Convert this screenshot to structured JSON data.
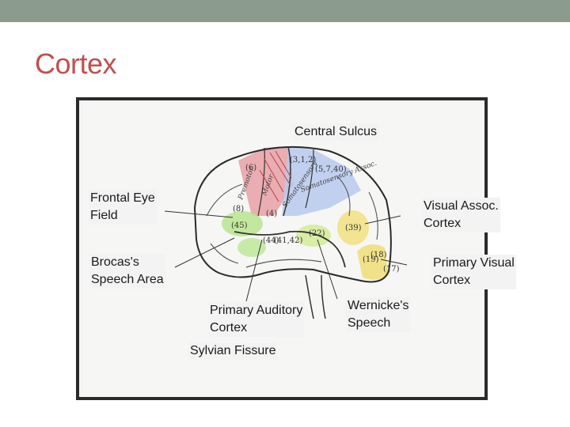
{
  "slide": {
    "title": "Cortex"
  },
  "labels": {
    "central_sulcus": "Central Sulcus",
    "frontal_eye_field": [
      "Frontal Eye",
      "Field"
    ],
    "visual_assoc_cortex": [
      "Visual Assoc.",
      "Cortex"
    ],
    "brocas_speech_area": [
      "Brocas's",
      "Speech Area"
    ],
    "primary_visual_cortex": [
      "Primary Visual",
      "Cortex"
    ],
    "primary_auditory_cortex": [
      "Primary Auditory",
      "Cortex"
    ],
    "wernickes_speech": [
      "Wernicke's",
      "Speech"
    ],
    "sylvian_fissure": "Sylvian Fissure"
  },
  "area_numbers": [
    "(6)",
    "(4)",
    "(3,1,2)",
    "(5,7,40)",
    "(8)",
    "(45)",
    "(44)",
    "(41,42)",
    "(22)",
    "(39)",
    "(19)",
    "(18)",
    "(17)"
  ],
  "handwriting": [
    "Premotor",
    "Motor",
    "Somatosensory",
    "Somatosensory Assoc."
  ],
  "colors": {
    "title": "#c0504d",
    "topbar": "#8b9c8f",
    "premotor_motor": "#e8a0a4",
    "somatosensory": "#b9c9ee",
    "frontal_eye_field": "#b8e58f",
    "broca": "#b8e58f",
    "wernicke": "#cdea8a",
    "visual": "#f1e07e"
  }
}
